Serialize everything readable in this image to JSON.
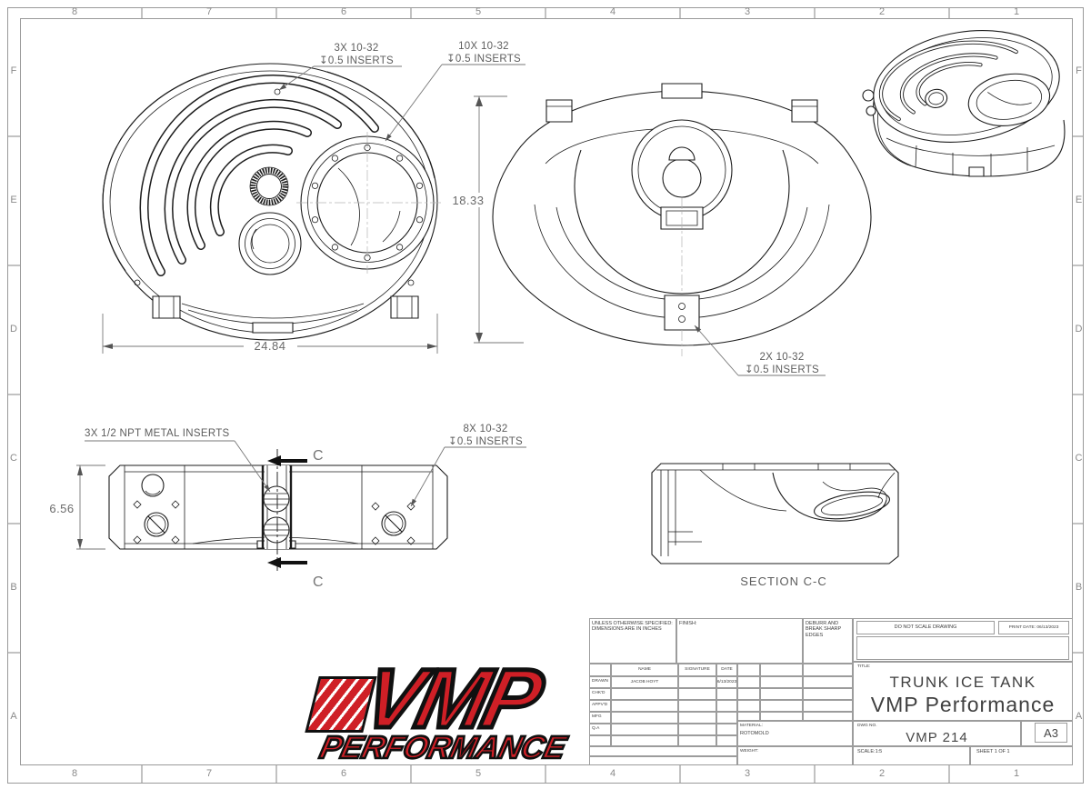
{
  "border": {
    "columns": [
      "8",
      "7",
      "6",
      "5",
      "4",
      "3",
      "2",
      "1"
    ],
    "rows": [
      "F",
      "E",
      "D",
      "C",
      "B",
      "A"
    ]
  },
  "plan_view": {
    "note1_line1": "3X 10-32",
    "note1_line2": "↧0.5 INSERTS",
    "note2_line1": "10X 10-32",
    "note2_line2": "↧0.5 INSERTS",
    "width_dim": "24.84"
  },
  "front_view": {
    "height_dim": "18.33",
    "note_line1": "2X 10-32",
    "note_line2": "↧0.5 INSERTS"
  },
  "side_view": {
    "height_dim": "6.56",
    "npt_note": "3X 1/2 NPT METAL INSERTS",
    "note_line1": "8X 10-32",
    "note_line2": "↧0.5 INSERTS",
    "section_letter": "C"
  },
  "section_view": {
    "label": "SECTION C-C"
  },
  "logo": {
    "vmp": "VMP",
    "performance": "PERFORMANCE"
  },
  "title_block": {
    "spec_note_line1": "UNLESS OTHERWISE SPECIFIED:",
    "spec_note_line2": "DIMENSIONS ARE IN INCHES",
    "finish_label": "FINISH:",
    "deburr_note": "DEBURR AND BREAK SHARP EDGES",
    "do_not_scale": "DO NOT SCALE DRAWING",
    "print_date": "PRINT DATE: 06/13/2023",
    "col_headers": {
      "name": "NAME",
      "signature": "SIGNATURE",
      "date": "DATE"
    },
    "signoff_rows": [
      {
        "label": "DRAWN",
        "name": "JACOB HOYT",
        "signature": "",
        "date": "6/13/2023"
      },
      {
        "label": "CHK'D",
        "name": "",
        "signature": "",
        "date": ""
      },
      {
        "label": "APPV'D",
        "name": "",
        "signature": "",
        "date": ""
      },
      {
        "label": "MFG",
        "name": "",
        "signature": "",
        "date": ""
      },
      {
        "label": "Q.A",
        "name": "",
        "signature": "",
        "date": ""
      }
    ],
    "title_label": "TITLE:",
    "title_line1": "TRUNK ICE TANK",
    "title_line2": "VMP Performance",
    "material_label": "MATERIAL:",
    "material_value": "ROTOMOLD",
    "weight_label": "WEIGHT:",
    "dwg_no_label": "DWG NO.",
    "dwg_no_value": "VMP 214",
    "paper_size": "A3",
    "scale_text": "SCALE:1:5",
    "sheet_text": "SHEET 1 OF 1"
  }
}
